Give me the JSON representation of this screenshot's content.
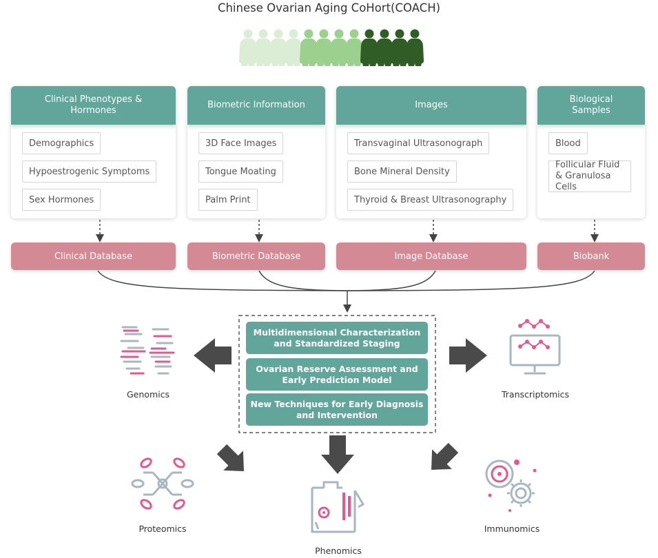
{
  "title": "Chinese Ovarian Aging CoHort(COACH)",
  "colors": {
    "teal": "#62a59b",
    "pink": "#d48a95",
    "figure_light": "#dbeed5",
    "figure_mid": "#9bd08f",
    "figure_dark": "#2f5d25",
    "icon_gray": "#a8b7bf",
    "icon_pink": "#e8568b"
  },
  "categories": [
    {
      "title": "Clinical Phenotypes & Hormones",
      "items": [
        "Demographics",
        "Hypoestrogenic Symptoms",
        "Sex Hormones"
      ]
    },
    {
      "title": "Biometric Information",
      "items": [
        "3D Face Images",
        "Tongue Moating",
        "Palm Print"
      ]
    },
    {
      "title": "Images",
      "items": [
        "Transvaginal Ultrasonograph",
        "Bone Mineral Density",
        "Thyroid & Breast Ultrasonography"
      ]
    },
    {
      "title": "Biological Samples",
      "items": [
        "Blood",
        "Follicular Fluid & Granulosa Cells"
      ]
    }
  ],
  "databases": [
    "Clinical Database",
    "Biometric Database",
    "Image Database",
    "Biobank"
  ],
  "tasks": [
    "Multidimensional Characterization and Standardized Staging",
    "Ovarian Reserve Assessment and Early Prediction Model",
    "New Techniques for Early Diagnosis and Intervention"
  ],
  "omics": {
    "genomics": "Genomics",
    "transcriptomics": "Transcriptomics",
    "proteomics": "Proteomics",
    "phenomics": "Phenomics",
    "immunomics": "Immunomics"
  }
}
